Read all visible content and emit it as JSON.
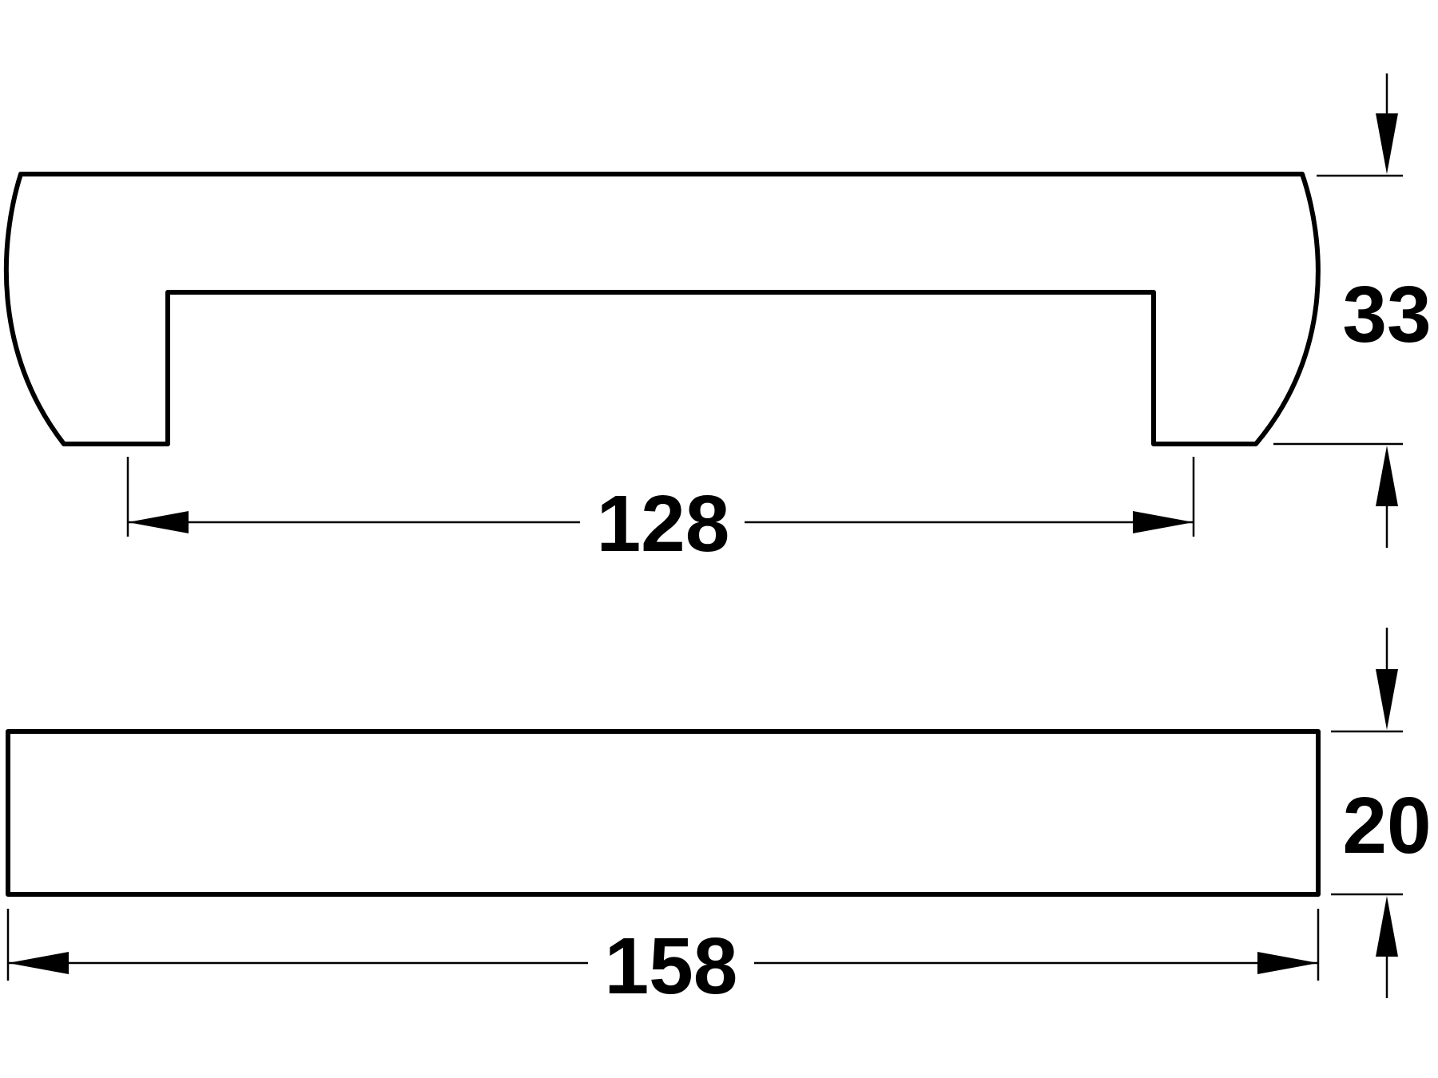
{
  "dimensions": {
    "inner_width": "128",
    "overall_height_side": "33",
    "overall_height_top": "20",
    "overall_length": "158"
  },
  "colors": {
    "line": "#000000",
    "background": "#ffffff"
  }
}
